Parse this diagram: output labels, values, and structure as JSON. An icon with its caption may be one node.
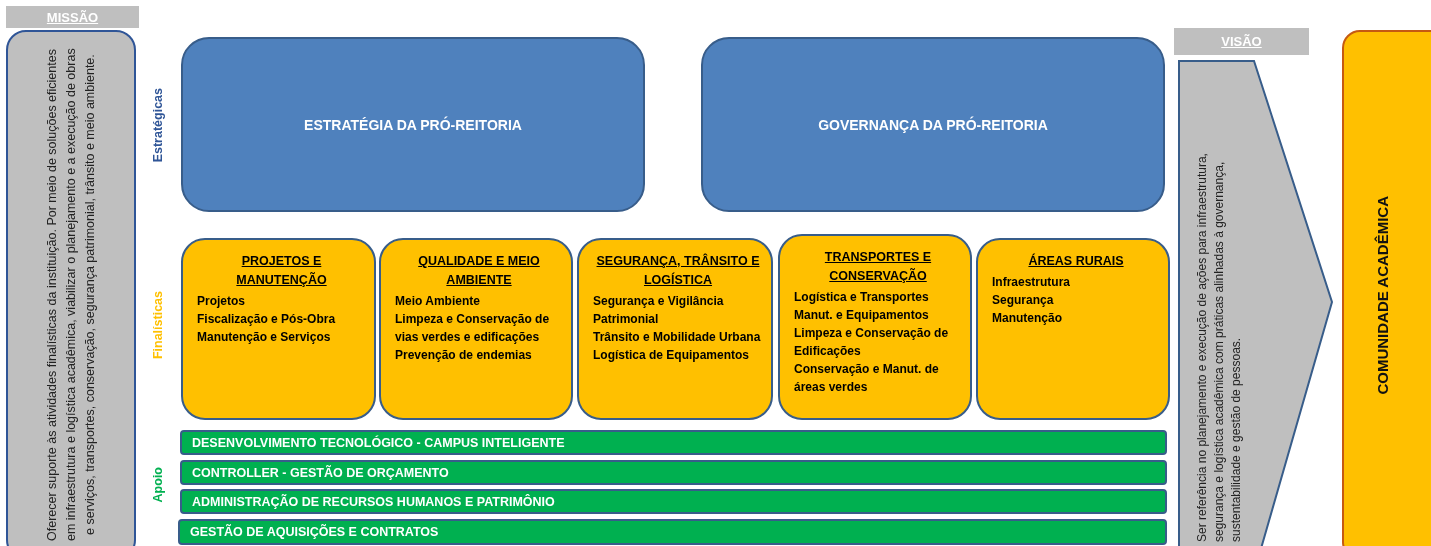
{
  "diagram": {
    "nodes": [
      {
        "text": [
          "MISSÃO"
        ]
      },
      {
        "text": [
          "Oferecer suporte às atividades finalísticas da instituição. Por meio de soluções eficientes em infraestrutura e logística acadêmica, viabilizar o planejamento e a execução de obras e serviços, transportes, conservação, segurança patrimonial, trânsito e meio ambiente."
        ]
      },
      {
        "text": [
          "ESTRATÉGIA DA PRÓ-REITORIA"
        ]
      },
      {
        "text": [
          "GOVERNANÇA DA PRÓ-REITORIA"
        ]
      },
      {
        "text": [
          "PROJETOS E MANUTENÇÃO",
          "Projetos",
          "Fiscalização e Pós-Obra",
          "Manutenção e Serviços"
        ]
      },
      {
        "text": [
          "QUALIDADE E MEIO AMBIENTE",
          "Meio Ambiente",
          "Limpeza e Conservação de vias verdes e edificações",
          "Prevenção de endemias"
        ]
      },
      {
        "text": [
          "SEGURANÇA, TRÂNSITO E LOGÍSTICA",
          "Segurança e Vigilância Patrimonial",
          "Trânsito e Mobilidade Urbana",
          "Logística de Equipamentos"
        ]
      },
      {
        "text": [
          "TRANSPORTES E CONSERVAÇÃO",
          "Logística e Transportes",
          "Manut. e Equipamentos",
          "Limpeza e Conservação de Edificações",
          "Conservação e Manut. de áreas verdes"
        ]
      },
      {
        "text": [
          "ÁREAS RURAIS",
          "Infraestrutura",
          "Segurança",
          "Manutenção"
        ]
      },
      {
        "text": [
          "DESENVOLVIMENTO TECNOLÓGICO - CAMPUS INTELIGENTE"
        ]
      },
      {
        "text": [
          "CONTROLLER - GESTÃO DE ORÇAMENTO"
        ]
      },
      {
        "text": [
          "ADMINISTRAÇÃO DE RECURSOS HUMANOS E PATRIMÔNIO"
        ]
      },
      {
        "text": [
          "GESTÃO DE AQUISIÇÕES E CONTRATOS"
        ]
      },
      {
        "text": [
          "VISÃO"
        ]
      },
      {
        "text": [
          "Ser referência no planejamento e execução de ações para infraestrutura, segurança e logística acadêmica com práticas alinhadas à governança, sustentabilidade e gestão de pessoas."
        ]
      },
      {
        "text": [
          "COMUNIDADE ACADÊMICA"
        ]
      }
    ],
    "edges": [],
    "labels": [
      "Estratégicas",
      "Finalísticas",
      "Apoio"
    ]
  }
}
